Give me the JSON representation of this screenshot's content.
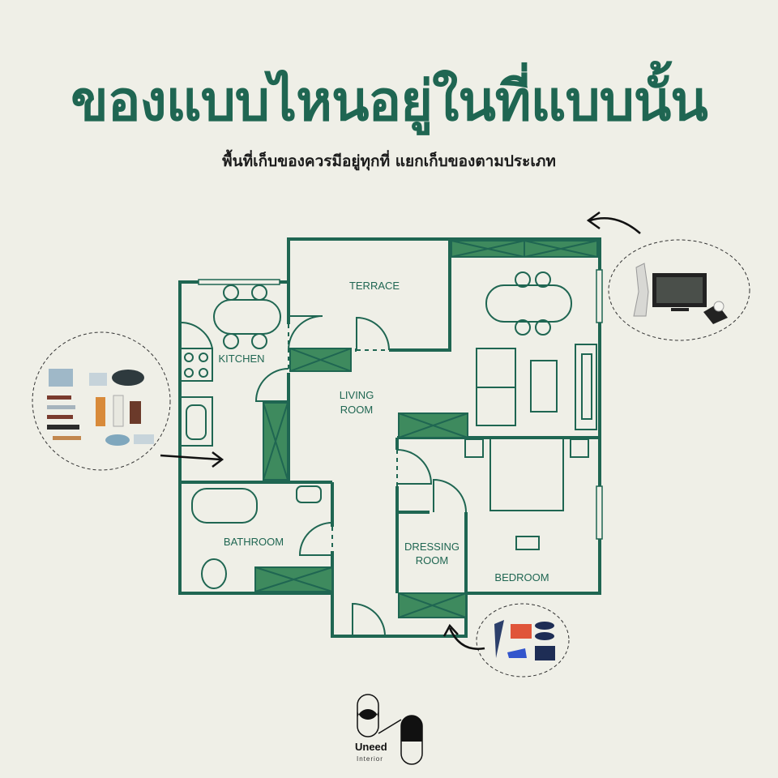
{
  "header": {
    "title": "ของแบบไหนอยู่ในที่แบบนั้น",
    "subtitle": "พื้นที่เก็บของควรมีอยู่ทุกที่ แยกเก็บของตามประเภท"
  },
  "rooms": {
    "terrace": "TERRACE",
    "kitchen": "KITCHEN",
    "living_1": "LIVING",
    "living_2": "ROOM",
    "bathroom": "BATHROOM",
    "dressing_1": "DRESSING",
    "dressing_2": "ROOM",
    "bedroom": "BEDROOM"
  },
  "brand": {
    "name": "Uneed",
    "tagline": "Interior"
  },
  "colors": {
    "background": "#efefe7",
    "primary": "#1f6652",
    "storage": "#3e8a5e"
  }
}
